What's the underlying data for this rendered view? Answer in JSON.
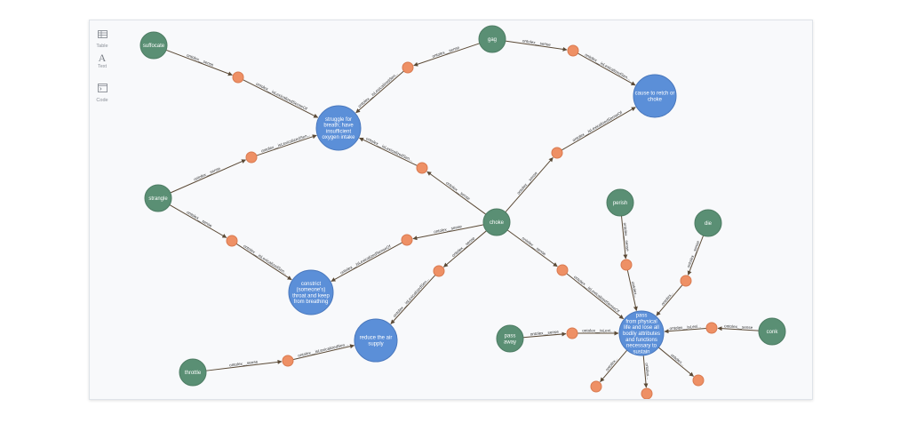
{
  "sidebar": {
    "items": [
      {
        "label": "Table",
        "icon": "table-icon"
      },
      {
        "label": "Text",
        "icon": "text-icon"
      },
      {
        "label": "Code",
        "icon": "code-icon"
      }
    ]
  },
  "colors": {
    "word_node": "#5a8f74",
    "sense_node": "#5b8fd8",
    "sense_stroke": "#4a78bd",
    "relation_node": "#ee9065",
    "relation_stroke": "#d97a50",
    "edge": "#5b4a36"
  },
  "graph": {
    "nodes": [
      {
        "id": "suffocate",
        "kind": "word",
        "lines": [
          "suffocate"
        ]
      },
      {
        "id": "gag",
        "kind": "word",
        "lines": [
          "gag"
        ]
      },
      {
        "id": "strangle",
        "kind": "word",
        "lines": [
          "strangle"
        ]
      },
      {
        "id": "choke",
        "kind": "word",
        "lines": [
          "choke"
        ]
      },
      {
        "id": "perish",
        "kind": "word",
        "lines": [
          "perish"
        ]
      },
      {
        "id": "die",
        "kind": "word",
        "lines": [
          "die"
        ]
      },
      {
        "id": "pass-away",
        "kind": "word",
        "lines": [
          "pass",
          "away"
        ]
      },
      {
        "id": "conk",
        "kind": "word",
        "lines": [
          "conk"
        ]
      },
      {
        "id": "throttle",
        "kind": "word",
        "lines": [
          "throttle"
        ]
      },
      {
        "id": "struggle",
        "kind": "sense",
        "lines": [
          "struggle for",
          "breath; have",
          "insufficient",
          "oxygen intake"
        ]
      },
      {
        "id": "retch",
        "kind": "sense",
        "lines": [
          "cause to retch or",
          "choke"
        ]
      },
      {
        "id": "constrict",
        "kind": "sense",
        "lines": [
          "constrict",
          "(someone's)",
          "throat and keep",
          "from breathing"
        ]
      },
      {
        "id": "reduce",
        "kind": "sense",
        "lines": [
          "reduce the air",
          "supply"
        ]
      },
      {
        "id": "pass",
        "kind": "sense",
        "lines": [
          "pass",
          "from physical",
          "life and lose all",
          "bodily attributes",
          "and functions",
          "necessary to",
          "sustain"
        ]
      },
      {
        "id": "r1",
        "kind": "relation"
      },
      {
        "id": "r2",
        "kind": "relation"
      },
      {
        "id": "r3",
        "kind": "relation"
      },
      {
        "id": "r4",
        "kind": "relation"
      },
      {
        "id": "r5",
        "kind": "relation"
      },
      {
        "id": "r6",
        "kind": "relation"
      },
      {
        "id": "r7",
        "kind": "relation"
      },
      {
        "id": "r8",
        "kind": "relation"
      },
      {
        "id": "r9",
        "kind": "relation"
      },
      {
        "id": "r10",
        "kind": "relation"
      },
      {
        "id": "r11",
        "kind": "relation"
      },
      {
        "id": "r12",
        "kind": "relation"
      },
      {
        "id": "r13",
        "kind": "relation"
      },
      {
        "id": "r14",
        "kind": "relation"
      },
      {
        "id": "r15",
        "kind": "relation"
      },
      {
        "id": "r16",
        "kind": "relation"
      },
      {
        "id": "r17",
        "kind": "relation"
      },
      {
        "id": "r18",
        "kind": "relation"
      }
    ],
    "edges": [
      {
        "from": "suffocate",
        "to": "r1",
        "label": "ontolex__sense"
      },
      {
        "from": "r1",
        "to": "struggle",
        "label": "ontolex__isLexicalizedSenseOf"
      },
      {
        "from": "gag",
        "to": "r2",
        "label": "ontolex__sense"
      },
      {
        "from": "r2",
        "to": "struggle",
        "label": "ontolex__isLexicalizedSen..."
      },
      {
        "from": "gag",
        "to": "r3",
        "label": "ontolex__sense"
      },
      {
        "from": "r3",
        "to": "retch",
        "label": "ontolex__isLexicalizedSen..."
      },
      {
        "from": "strangle",
        "to": "r4",
        "label": "ontolex__sense"
      },
      {
        "from": "r4",
        "to": "struggle",
        "label": "ontolex__isLexicalizedSen..."
      },
      {
        "from": "strangle",
        "to": "r5",
        "label": "ontolex__sense"
      },
      {
        "from": "r5",
        "to": "constrict",
        "label": "ontolex__isLexicalizedSen..."
      },
      {
        "from": "choke",
        "to": "r6",
        "label": "ontolex__sense"
      },
      {
        "from": "r6",
        "to": "struggle",
        "label": "ontolex__isLexicalizedSen..."
      },
      {
        "from": "choke",
        "to": "r7",
        "label": "ontolex__sense"
      },
      {
        "from": "r7",
        "to": "retch",
        "label": "ontolex__isLexicalizedSenseOf"
      },
      {
        "from": "choke",
        "to": "r8",
        "label": "ontolex__sense"
      },
      {
        "from": "r8",
        "to": "constrict",
        "label": "ontolex__isLexicalizedSenseOf"
      },
      {
        "from": "choke",
        "to": "r9",
        "label": "ontolex__sense"
      },
      {
        "from": "r9",
        "to": "reduce",
        "label": "ontolex__isLexicalizedSen..."
      },
      {
        "from": "choke",
        "to": "r10",
        "label": "ontolex__sense"
      },
      {
        "from": "r10",
        "to": "pass",
        "label": "ontolex__isLexicalizedSenseOf"
      },
      {
        "from": "throttle",
        "to": "r11",
        "label": "ontolex__sense"
      },
      {
        "from": "r11",
        "to": "reduce",
        "label": "ontolex__isLexicalizedSen..."
      },
      {
        "from": "perish",
        "to": "r12",
        "label": "ontolex__sense"
      },
      {
        "from": "r12",
        "to": "pass",
        "label": "ontolex..."
      },
      {
        "from": "die",
        "to": "r13",
        "label": "ontolex__sense"
      },
      {
        "from": "r13",
        "to": "pass",
        "label": "ontolex..."
      },
      {
        "from": "pass-away",
        "to": "r14",
        "label": "ontolex__sense"
      },
      {
        "from": "r14",
        "to": "pass",
        "label": "ontolex__isLexi..."
      },
      {
        "from": "conk",
        "to": "r15",
        "label": "ontolex__sense"
      },
      {
        "from": "r15",
        "to": "pass",
        "label": "ontolex__isLexi..."
      },
      {
        "from": "pass",
        "to": "r16",
        "label": "ontolex..."
      },
      {
        "from": "pass",
        "to": "r17",
        "label": "ontolex..."
      },
      {
        "from": "pass",
        "to": "r18",
        "label": "ontolex..."
      }
    ]
  }
}
